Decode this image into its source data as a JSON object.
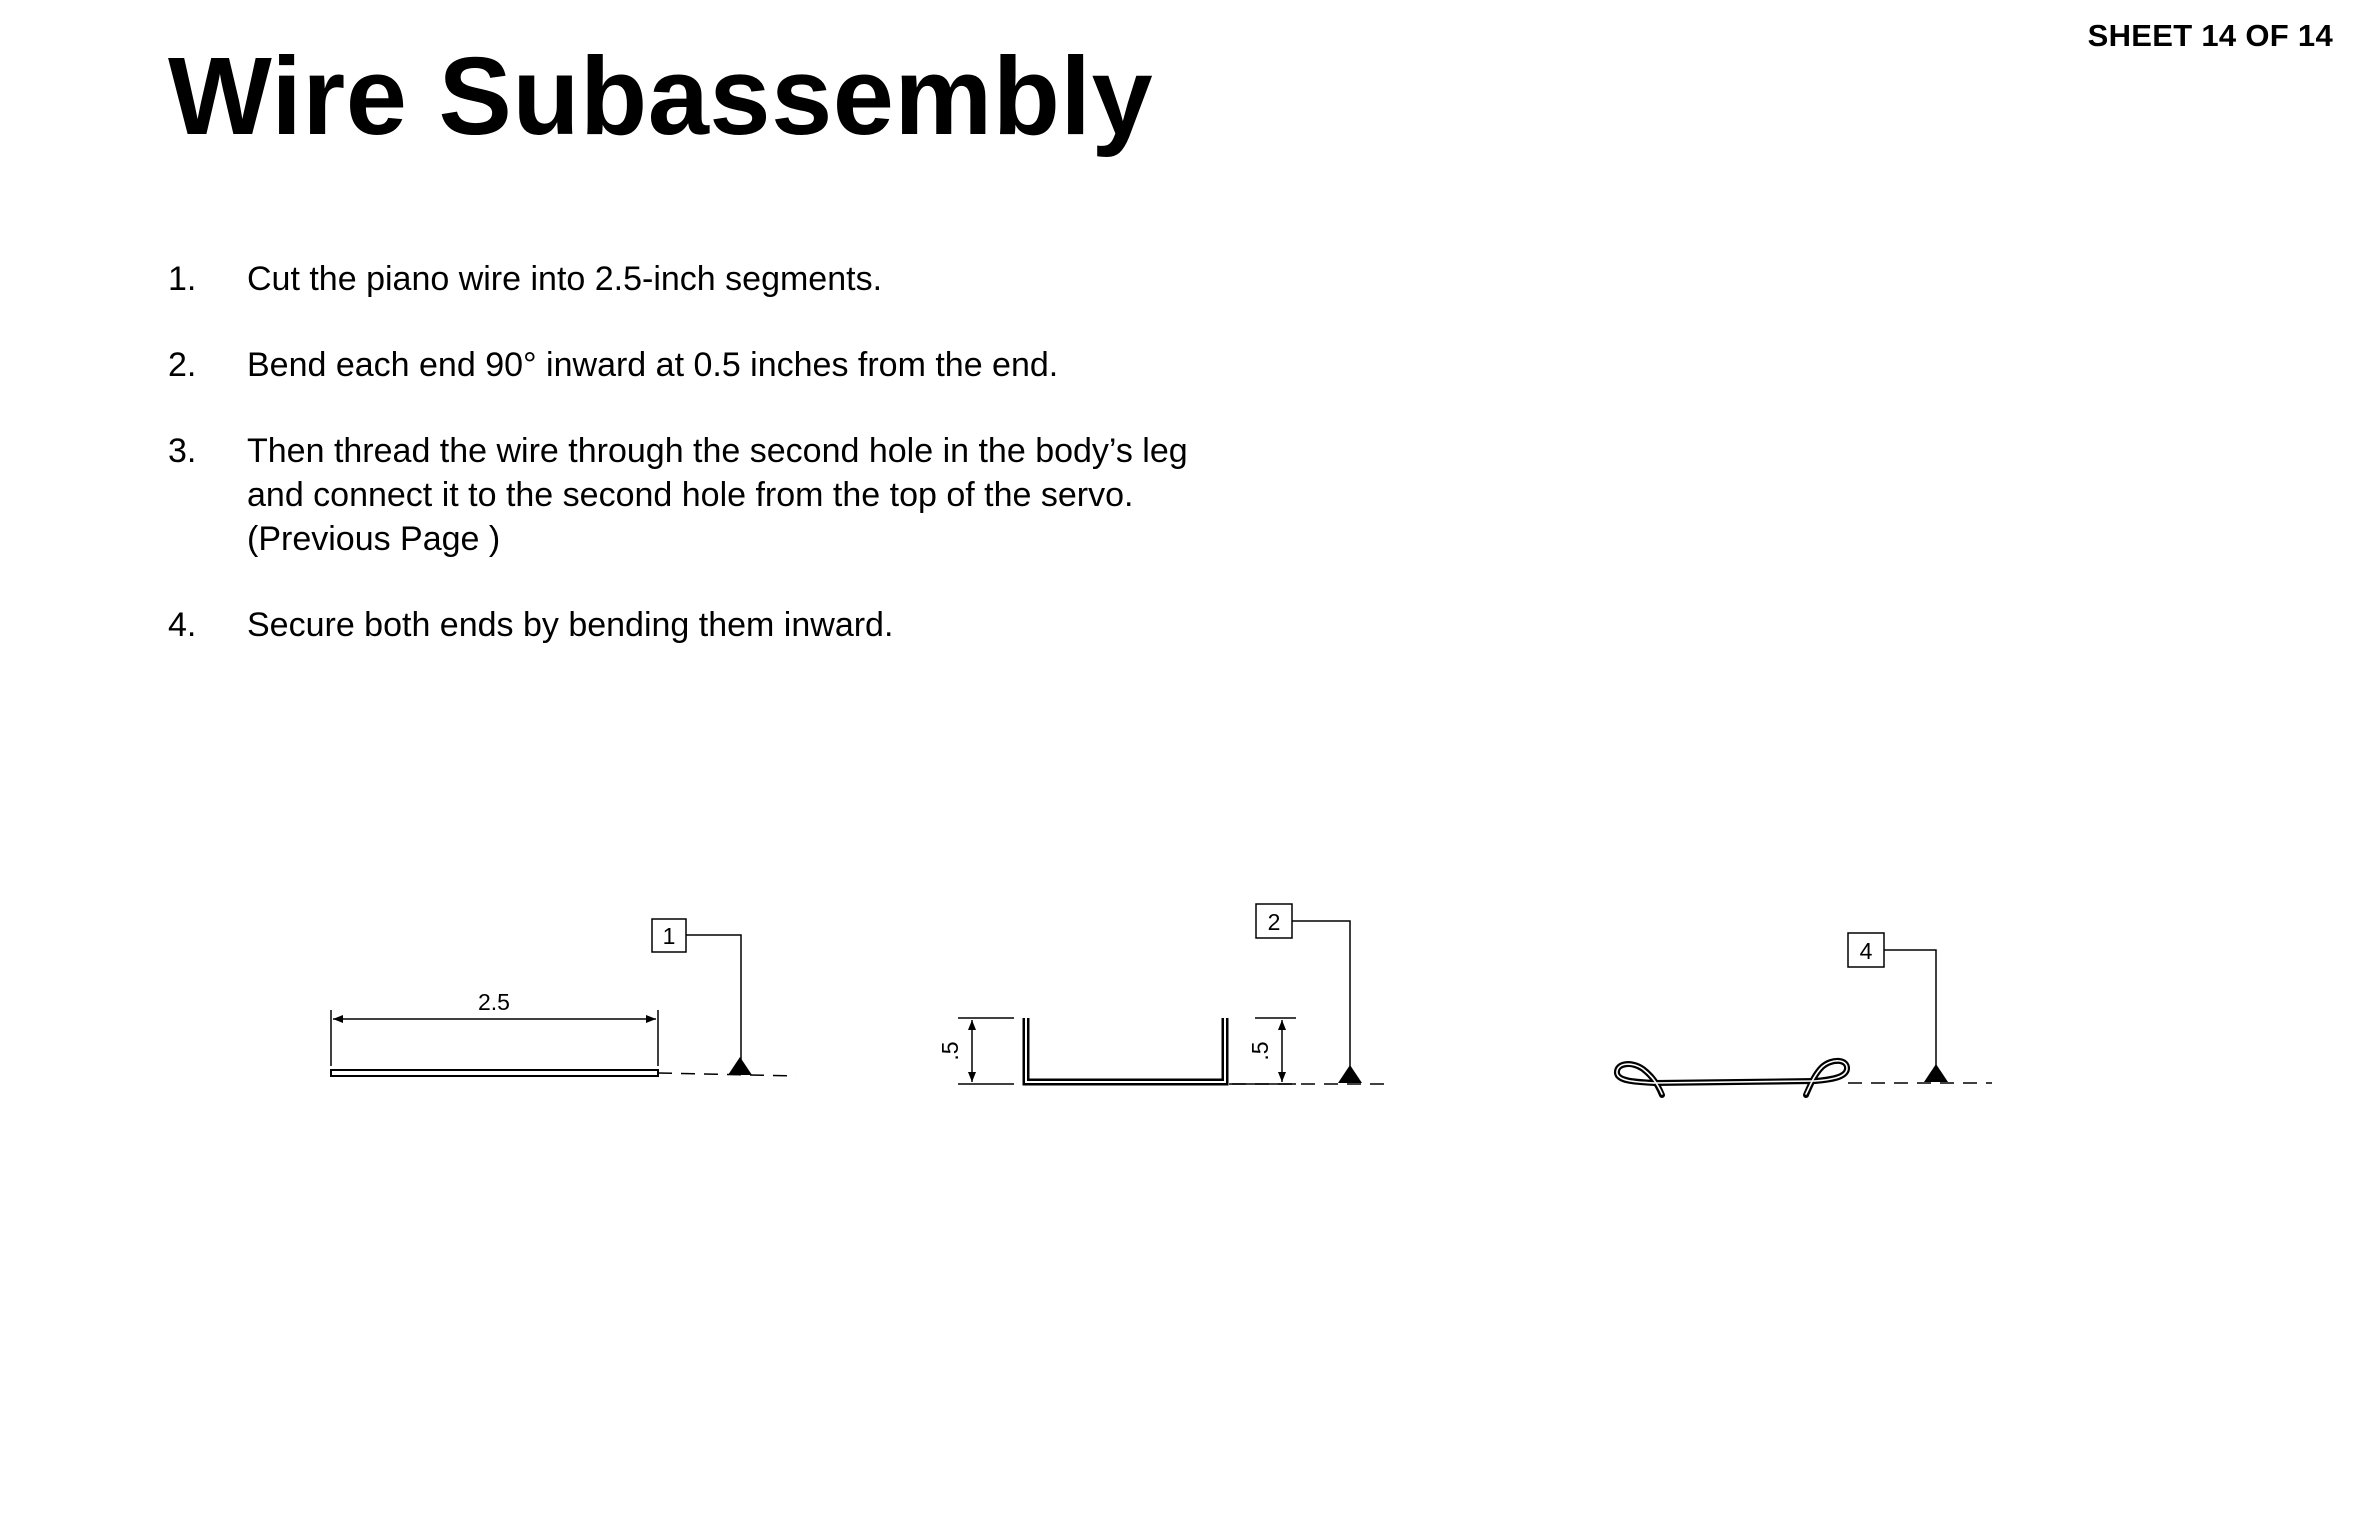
{
  "sheet": {
    "label": "SHEET 14 OF 14"
  },
  "page": {
    "title": "Wire Subassembly"
  },
  "steps": [
    {
      "number": "1.",
      "text": "Cut the piano wire into 2.5-inch segments."
    },
    {
      "number": "2.",
      "text": "Bend each end 90° inward at 0.5 inches from the end."
    },
    {
      "number": "3.",
      "text": "Then thread the wire through the second hole in the body’s leg\nand connect it to the second hole from the top of the servo.\n(Previous Page )"
    },
    {
      "number": "4.",
      "text": "Secure both ends by bending them inward."
    }
  ],
  "figures": {
    "straight": {
      "callout": "1",
      "dimension": "2.5"
    },
    "bent": {
      "callout": "2",
      "left_dimension": ".5",
      "right_dimension": ".5"
    },
    "secured": {
      "callout": "4"
    }
  }
}
